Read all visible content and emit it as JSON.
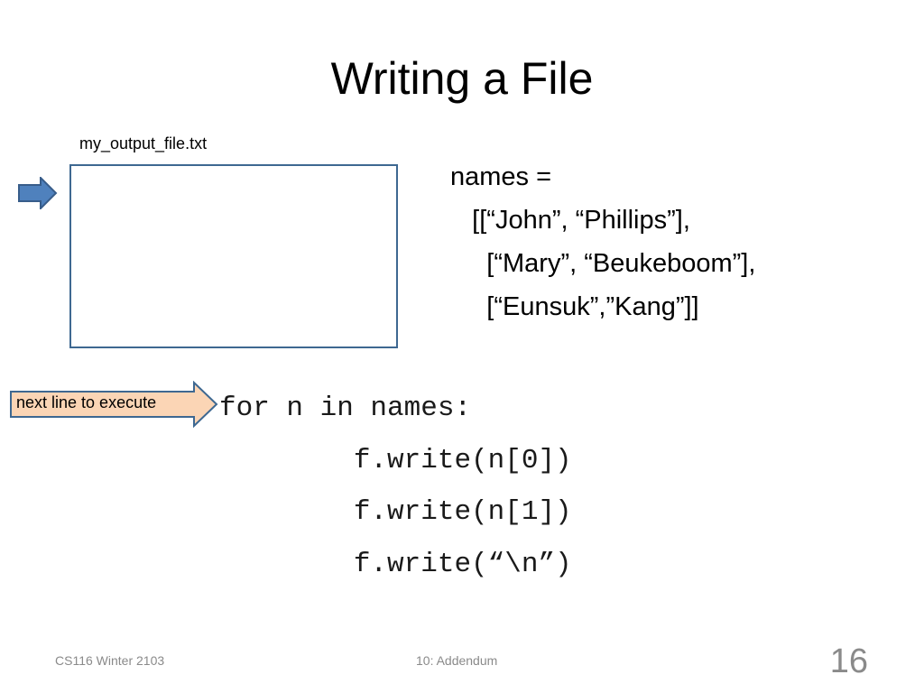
{
  "slide": {
    "title": "Writing a File",
    "file": {
      "label": "my_output_file.txt"
    },
    "names_code": [
      "names =",
      "   [[“John”, “Phillips”],",
      "     [“Mary”, “Beukeboom”],",
      "     [“Eunsuk”,”Kang”]]"
    ],
    "next_line_label": "next line to execute",
    "loop_code": [
      "for n in names:",
      "        f.write(n[0])",
      "        f.write(n[1])",
      "        f.write(“\\n”)"
    ],
    "footer": {
      "left": "CS116 Winter 2103",
      "center": "10: Addendum",
      "page_number": "16"
    },
    "colors": {
      "file_box_border": "#3e6891",
      "file_pointer_fill": "#4f81bd",
      "file_pointer_stroke": "#385d8a",
      "exec_arrow_fill": "#fbd5b5",
      "exec_arrow_stroke": "#3e6891",
      "footer_text": "#8a8a8a"
    }
  }
}
